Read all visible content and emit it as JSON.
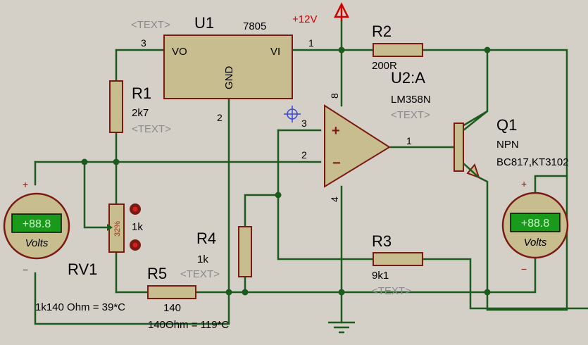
{
  "colors": {
    "background": "#d4d0c8",
    "wire": "#1d5a1d",
    "component_fill": "#c8bd8f",
    "component_outline": "#7a1a12",
    "label": "#000000",
    "placeholder": "#8a8a8a",
    "power": "#d10000",
    "meter_display": "#1a9a1a",
    "meter_digits": "#c8f5c8",
    "pot_text": "#a83020"
  },
  "U1": {
    "ref": "U1",
    "value": "7805",
    "placeholder": "<TEXT>",
    "pin_vo": "VO",
    "pin_vi": "VI",
    "pin_gnd": "GND",
    "pin3": "3",
    "pin1": "1",
    "pin2": "2"
  },
  "power": {
    "label": "+12V"
  },
  "R1": {
    "ref": "R1",
    "value": "2k7",
    "placeholder": "<TEXT>"
  },
  "R2": {
    "ref": "R2",
    "value": "200R"
  },
  "R3": {
    "ref": "R3",
    "value": "9k1",
    "placeholder": "<TEXT>"
  },
  "R4": {
    "ref": "R4",
    "value": "1k",
    "placeholder": "<TEXT>"
  },
  "R5": {
    "ref": "R5",
    "value": "140"
  },
  "RV1": {
    "ref": "RV1",
    "value": "1k",
    "wiper": "32%"
  },
  "U2": {
    "ref": "U2:A",
    "value": "LM358N",
    "placeholder": "<TEXT>",
    "pin3": "3",
    "pin2": "2",
    "pin1": "1",
    "pin8": "8",
    "pin4": "4",
    "plus": "+",
    "minus": "−"
  },
  "Q1": {
    "ref": "Q1",
    "type": "NPN",
    "value": "BC817,KT3102"
  },
  "meters": [
    {
      "reading": "+88.8",
      "unit": "Volts",
      "plus": "+",
      "minus": "−"
    },
    {
      "reading": "+88.8",
      "unit": "Volts",
      "plus": "+",
      "minus": "−"
    }
  ],
  "notes": {
    "note1": "1k140 Ohm = 39*C",
    "note2": "140Ohm = 119*C"
  }
}
